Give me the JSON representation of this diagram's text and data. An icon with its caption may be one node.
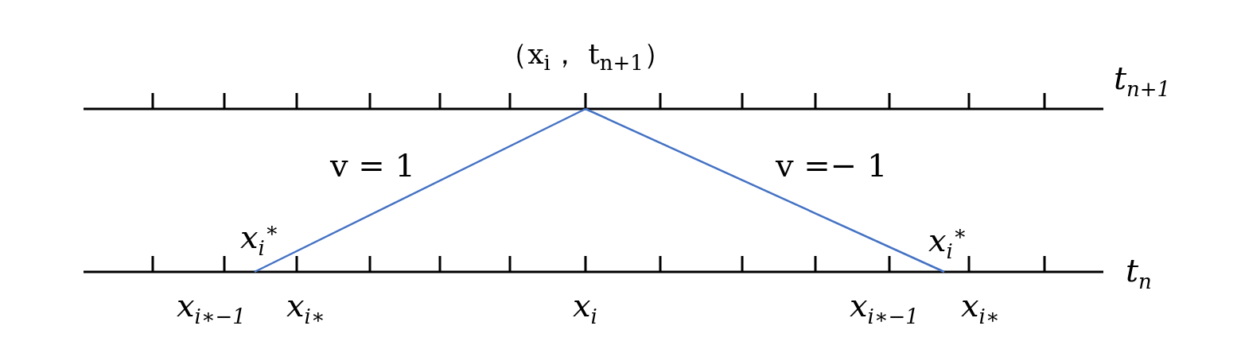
{
  "diagram": {
    "nodes": [
      {
        "text": [
          "（x$_{i}$，  t$_{n+1}$）"
        ]
      },
      {
        "text": [
          "x$_{i}$$^{∗}$"
        ]
      },
      {
        "text": [
          "x$_{i}$$^{∗}$"
        ]
      }
    ],
    "edges": [
      {
        "from": 0,
        "to": 1,
        "arrow": "none",
        "label": "v = 1",
        "color": "#4472c4"
      },
      {
        "from": 0,
        "to": 2,
        "arrow": "none",
        "label": "v =− 1",
        "color": "#4472c4"
      }
    ],
    "labels": [
      "t$_{n+1}$",
      "t$_{n}$",
      "x$_{i∗−1}$",
      "x$_{i∗}$",
      "x$_{i}$",
      "x$_{i∗−1}$",
      "x$_{i∗}$"
    ]
  }
}
